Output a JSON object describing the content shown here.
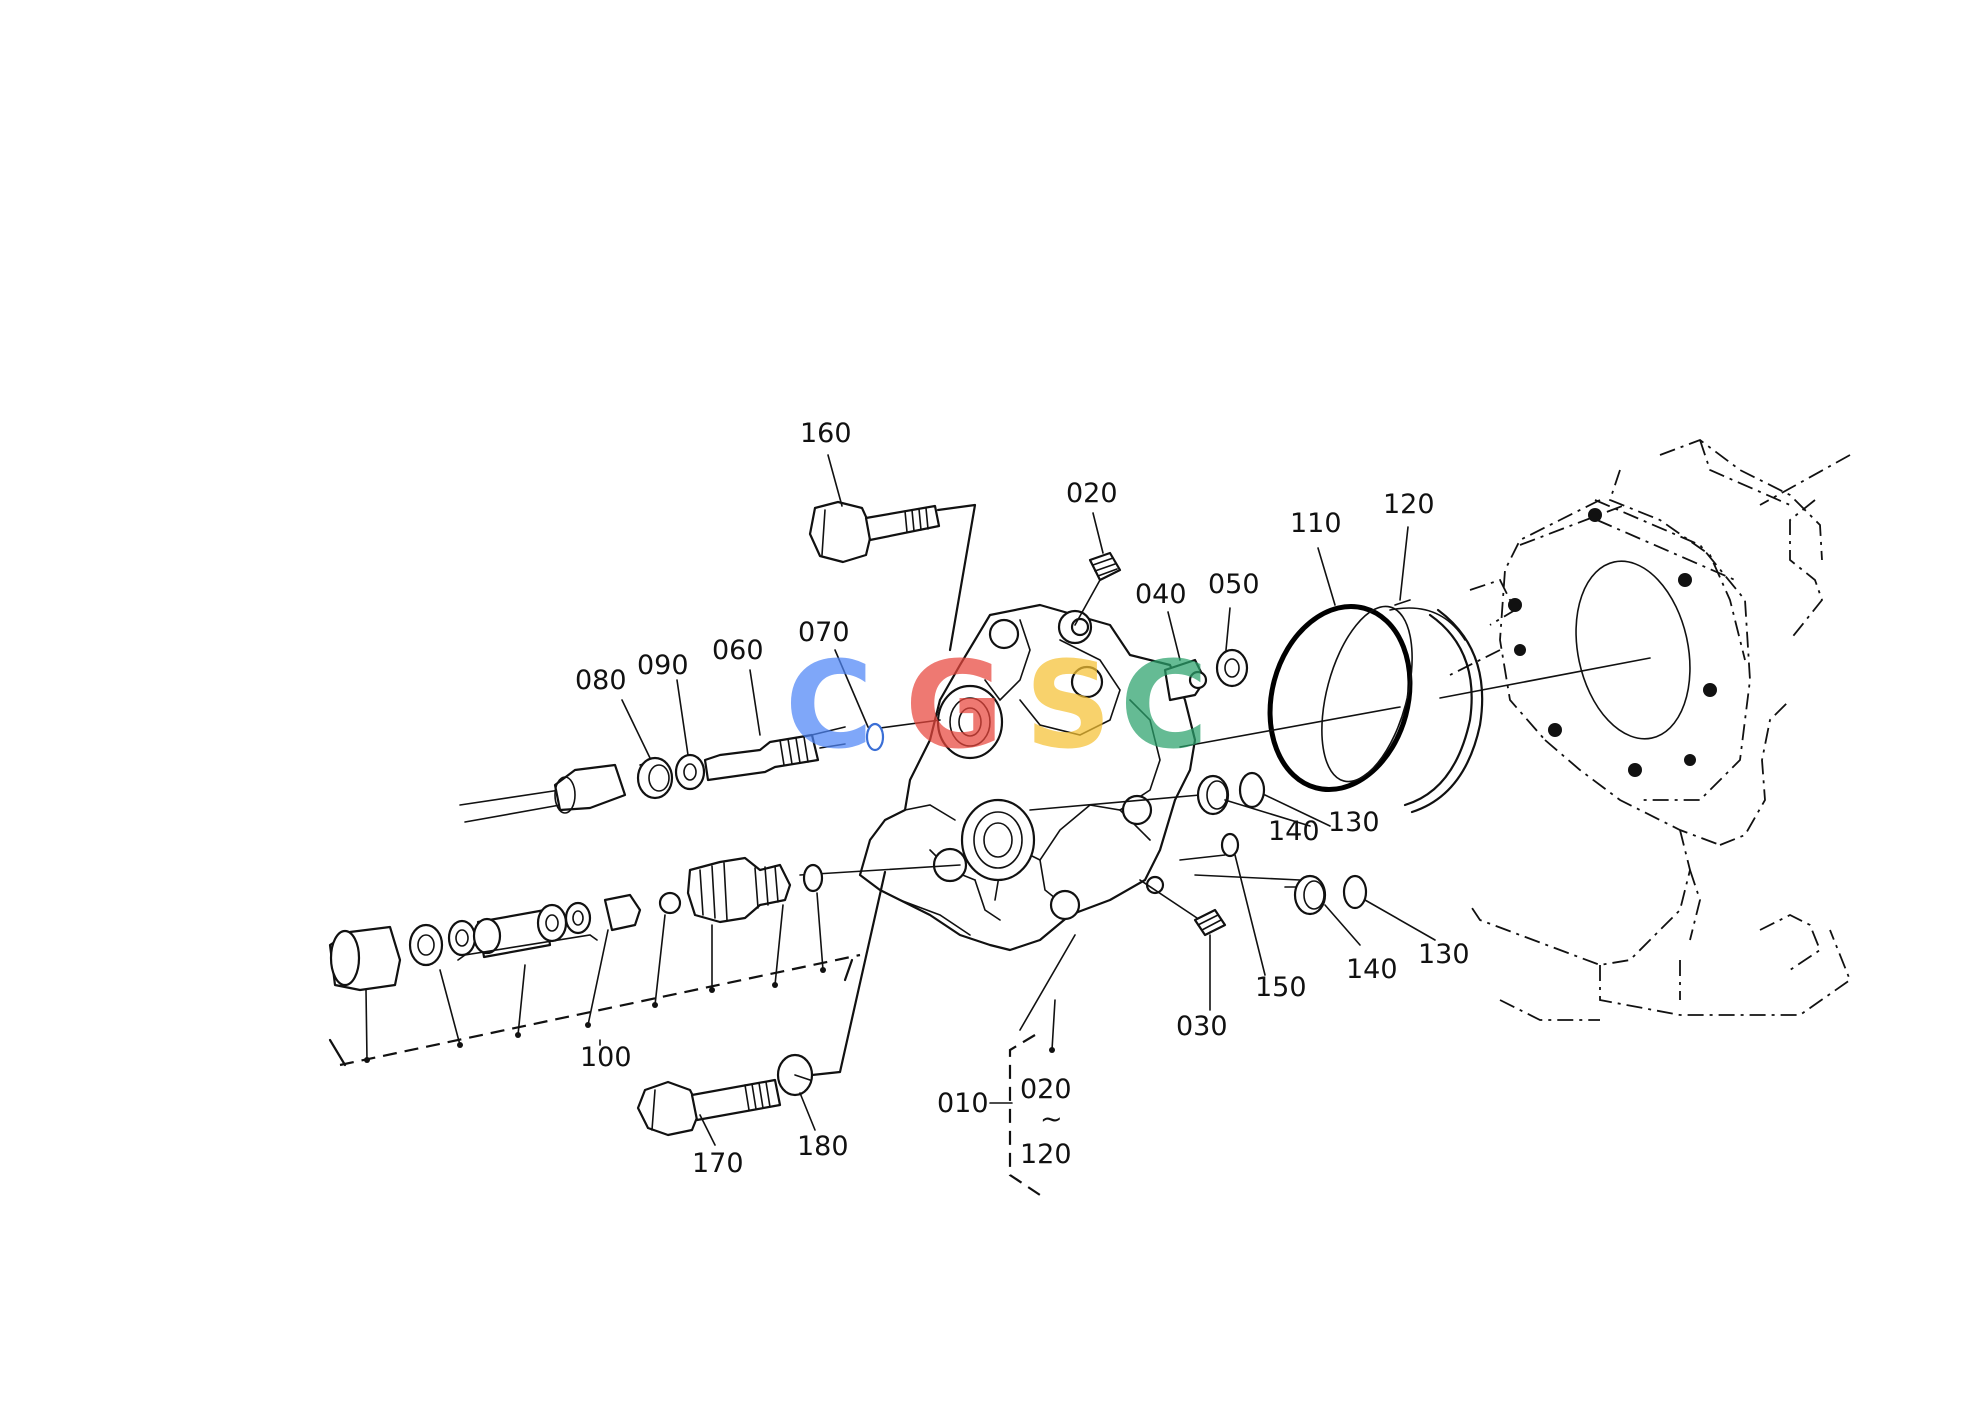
{
  "watermark": {
    "letters": [
      "C",
      "G",
      "S",
      "C"
    ],
    "colors": [
      "#4f86f7",
      "#e8463c",
      "#f6c234",
      "#2aa26b"
    ]
  },
  "callouts": [
    {
      "id": "label-160",
      "text": "160"
    },
    {
      "id": "label-020-top",
      "text": "020"
    },
    {
      "id": "label-040",
      "text": "040"
    },
    {
      "id": "label-050",
      "text": "050"
    },
    {
      "id": "label-110",
      "text": "110"
    },
    {
      "id": "label-120-top",
      "text": "120"
    },
    {
      "id": "label-070",
      "text": "070"
    },
    {
      "id": "label-080",
      "text": "080"
    },
    {
      "id": "label-090",
      "text": "090"
    },
    {
      "id": "label-060",
      "text": "060"
    },
    {
      "id": "label-130-upper",
      "text": "130"
    },
    {
      "id": "label-140-upper",
      "text": "140"
    },
    {
      "id": "label-150",
      "text": "150"
    },
    {
      "id": "label-140-lower",
      "text": "140"
    },
    {
      "id": "label-130-lower",
      "text": "130"
    },
    {
      "id": "label-030",
      "text": "030"
    },
    {
      "id": "label-100",
      "text": "100"
    },
    {
      "id": "label-170",
      "text": "170"
    },
    {
      "id": "label-180",
      "text": "180"
    },
    {
      "id": "label-010",
      "text": "010"
    },
    {
      "id": "label-020-range",
      "text": "020"
    },
    {
      "id": "label-range-tilde",
      "text": "~"
    },
    {
      "id": "label-120-range",
      "text": "120"
    }
  ]
}
